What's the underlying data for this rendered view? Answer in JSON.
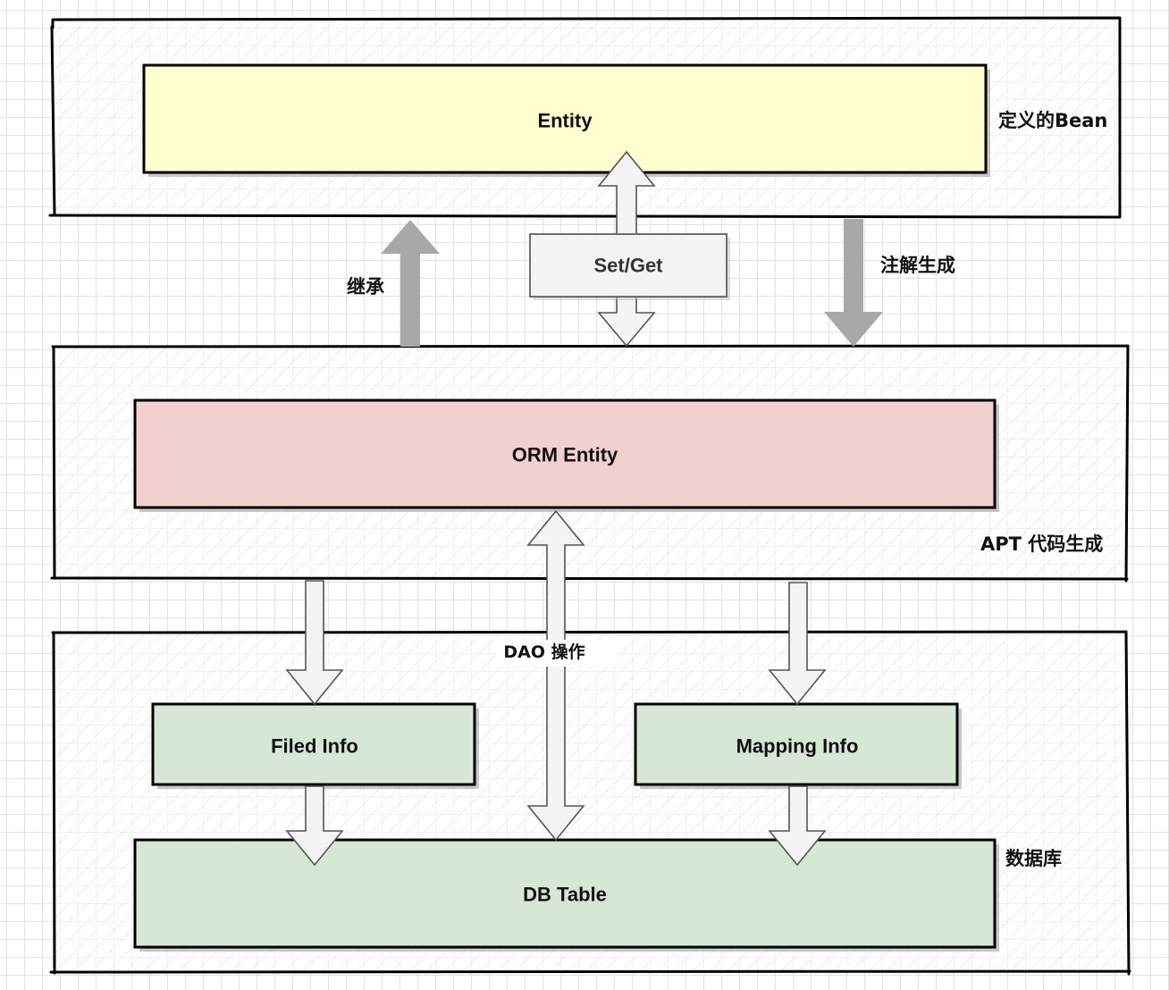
{
  "layers": {
    "entity_layer": {
      "label": "定义的Bean"
    },
    "apt_layer": {
      "label": "APT 代码生成"
    },
    "db_layer": {
      "label": "数据库"
    }
  },
  "boxes": {
    "entity": "Entity",
    "set_get": "Set/Get",
    "orm_entity": "ORM Entity",
    "filed_info": "Filed Info",
    "mapping_info": "Mapping Info",
    "db_table": "DB Table"
  },
  "arrows": {
    "inherit": "继承",
    "annotation_generate": "注解生成",
    "dao_operation": "DAO 操作"
  },
  "colors": {
    "entity_fill": "#ffffcf",
    "orm_fill": "#f2d0cf",
    "green_fill": "#d6e7d6",
    "setget_fill": "#f3f3f3",
    "solid_arrow": "#a8a8a8"
  }
}
